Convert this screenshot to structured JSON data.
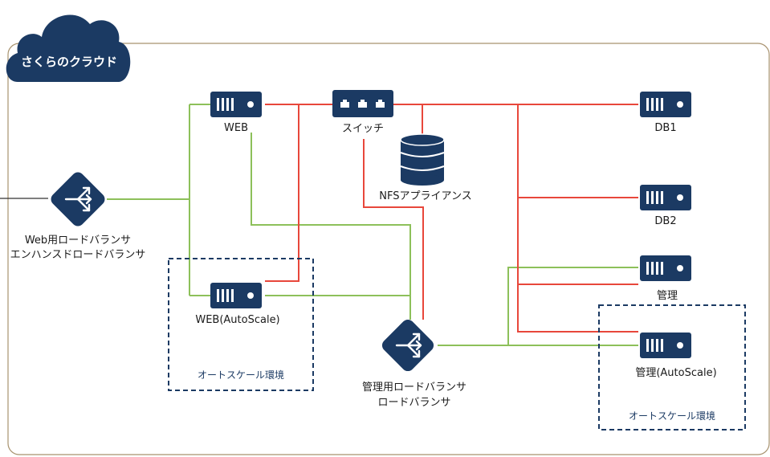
{
  "cloud": {
    "title": "さくらのクラウド"
  },
  "nodes": {
    "web_lb": {
      "line1": "Web用ロードバランサ",
      "line2": "エンハンスドロードバランサ",
      "icon": "load-balancer-icon"
    },
    "web": {
      "label": "WEB",
      "icon": "server-icon"
    },
    "web_auto": {
      "label": "WEB(AutoScale)",
      "icon": "server-icon"
    },
    "switch": {
      "label": "スイッチ",
      "icon": "switch-icon"
    },
    "nfs": {
      "label": "NFSアプライアンス",
      "icon": "database-icon"
    },
    "mgmt_lb": {
      "line1": "管理用ロードバランサ",
      "line2": "ロードバランサ",
      "icon": "load-balancer-icon"
    },
    "db1": {
      "label": "DB1",
      "icon": "server-icon"
    },
    "db2": {
      "label": "DB2",
      "icon": "server-icon"
    },
    "mgmt": {
      "label": "管理",
      "icon": "server-icon"
    },
    "mgmt_auto": {
      "label": "管理(AutoScale)",
      "icon": "server-icon"
    }
  },
  "groups": {
    "autoscale_left": {
      "label": "オートスケール環境"
    },
    "autoscale_right": {
      "label": "オートスケール環境"
    }
  },
  "colors": {
    "navy": "#1b3a63",
    "public_line": "#8dc05a",
    "private_line": "#e8473b",
    "border": "#a8926e"
  }
}
